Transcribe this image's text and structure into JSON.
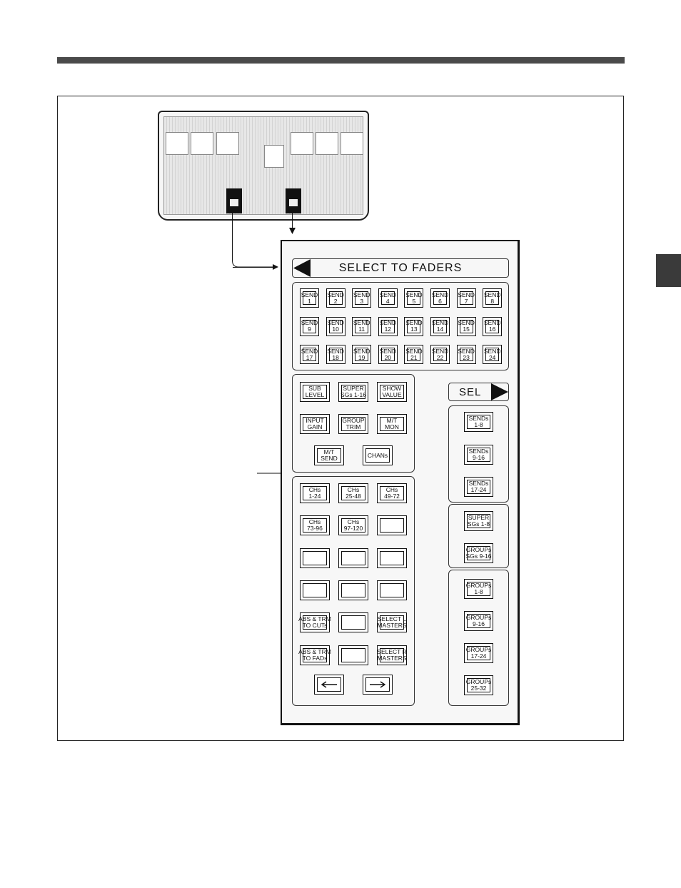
{
  "panel": {
    "header_label": "SELECT TO FADERS",
    "sel_label": "SEL",
    "send_buttons": [
      [
        "SEND",
        "1"
      ],
      [
        "SEND",
        "2"
      ],
      [
        "SEND",
        "3"
      ],
      [
        "SEND",
        "4"
      ],
      [
        "SEND",
        "5"
      ],
      [
        "SEND",
        "6"
      ],
      [
        "SEND",
        "7"
      ],
      [
        "SEND",
        "8"
      ],
      [
        "SEND",
        "9"
      ],
      [
        "SEND",
        "10"
      ],
      [
        "SEND",
        "11"
      ],
      [
        "SEND",
        "12"
      ],
      [
        "SEND",
        "13"
      ],
      [
        "SEND",
        "14"
      ],
      [
        "SEND",
        "15"
      ],
      [
        "SEND",
        "16"
      ],
      [
        "SEND",
        "17"
      ],
      [
        "SEND",
        "18"
      ],
      [
        "SEND",
        "19"
      ],
      [
        "SEND",
        "20"
      ],
      [
        "SEND",
        "21"
      ],
      [
        "SEND",
        "22"
      ],
      [
        "SEND",
        "23"
      ],
      [
        "SEND",
        "24"
      ]
    ],
    "function_buttons": [
      [
        "SUB",
        "LEVEL"
      ],
      [
        "SUPER",
        "SGs 1-16"
      ],
      [
        "SHOW",
        "VALUE"
      ],
      [
        "INPUT",
        "GAIN"
      ],
      [
        "GROUP",
        "TRIM"
      ],
      [
        "M/T",
        "MON"
      ],
      [
        "M/T",
        "SEND"
      ],
      [
        "CHANs",
        ""
      ]
    ],
    "channel_buttons": [
      [
        "CHs",
        "1-24"
      ],
      [
        "CHs",
        "25-48"
      ],
      [
        "CHs",
        "49-72"
      ],
      [
        "CHs",
        "73-96"
      ],
      [
        "CHs",
        "97-120"
      ],
      [
        "",
        ""
      ],
      [
        "",
        ""
      ],
      [
        "",
        ""
      ],
      [
        "",
        ""
      ],
      [
        "",
        ""
      ],
      [
        "",
        ""
      ],
      [
        "",
        ""
      ],
      [
        "ABS & TRM",
        "TO CUTs"
      ],
      [
        "",
        ""
      ],
      [
        "SELECT L",
        "MASTERS"
      ],
      [
        "ABS & TRM",
        "TO FADs"
      ],
      [
        "",
        ""
      ],
      [
        "SELECT R",
        "MASTERS"
      ]
    ],
    "arrow_buttons": [
      "left-arrow-icon",
      "right-arrow-icon"
    ],
    "sel_sends": [
      [
        "SENDs",
        "1-8"
      ],
      [
        "SENDs",
        "9-16"
      ],
      [
        "SENDs",
        "17-24"
      ]
    ],
    "sel_supers": [
      [
        "SUPER",
        "SGs 1-8"
      ],
      [
        "GROUPs",
        "SGs 9-16"
      ]
    ],
    "sel_groups": [
      [
        "GROUPs",
        "1-8"
      ],
      [
        "GROUPs",
        "9-16"
      ],
      [
        "GROUPs",
        "17-24"
      ],
      [
        "GROUPs",
        "25-32"
      ]
    ]
  }
}
